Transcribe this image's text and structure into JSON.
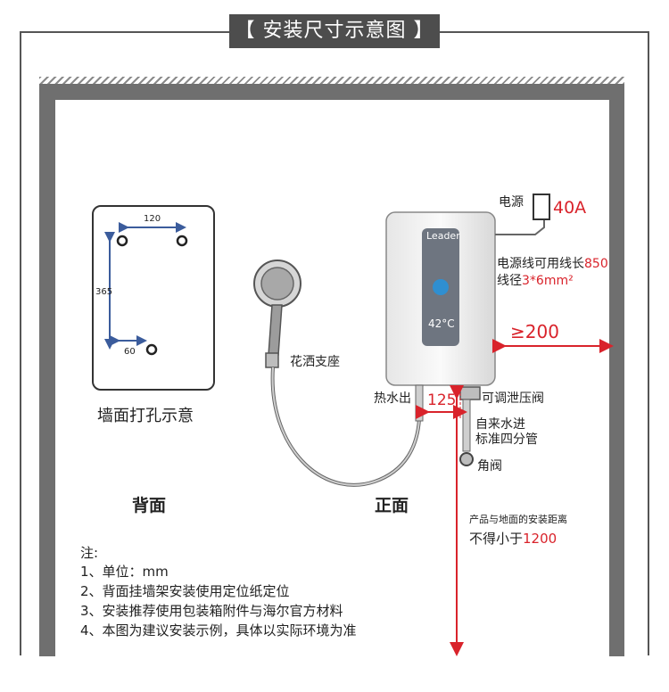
{
  "title": "【 安装尺寸示意图 】",
  "hole_diagram": {
    "caption": "墙面打孔示意",
    "dim_width": "120",
    "dim_height": "365",
    "dim_offset": "60"
  },
  "views": {
    "back": "背面",
    "front": "正面"
  },
  "labels": {
    "power": "电源",
    "amp": "40A",
    "cable_length_prefix": "电源线可用线长",
    "cable_length_value": "850",
    "cable_diameter_prefix": "线径",
    "cable_diameter_value": "3*6mm²",
    "side_clearance": "≥200",
    "shower_holder": "花洒支座",
    "hot_water_out": "热水出",
    "pipe_distance": "125",
    "pressure_valve": "可调泄压阀",
    "water_in_line1": "自来水进",
    "water_in_line2": "标准四分管",
    "angle_valve": "角阀",
    "ground_distance_line1": "产品与地面的安装距离",
    "ground_distance_prefix": "不得小于",
    "ground_distance_value": "1200"
  },
  "heater": {
    "brand": "Leader",
    "display": "42°C"
  },
  "notes": {
    "heading": "注:",
    "items": [
      "1、单位：mm",
      "2、背面挂墙架安装使用定位纸定位",
      "3、安装推荐使用包装箱附件与海尔官方材料",
      "4、本图为建议安装示例，具体以实际环境为准"
    ]
  },
  "colors": {
    "accent_red": "#d9232b",
    "arrow_blue": "#3b5c9c",
    "wall_gray": "#6f6f6f",
    "title_bg": "#4d4d4d"
  }
}
